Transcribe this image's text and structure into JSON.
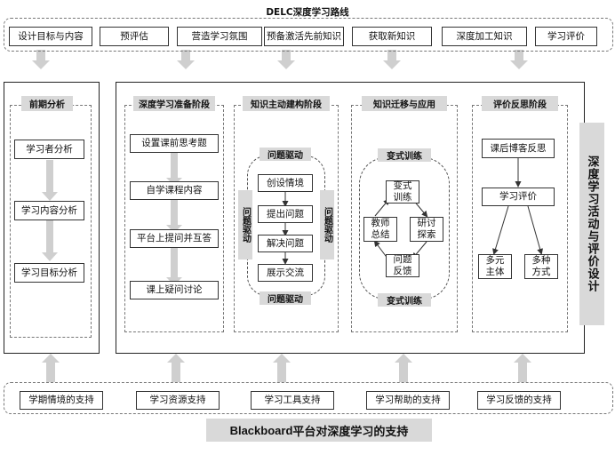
{
  "title": "DELC深度学习路线",
  "route_steps": [
    "设计目标与内容",
    "预评估",
    "营造学习氛围",
    "预备激活先前知识",
    "获取新知识",
    "深度加工知识",
    "学习评价"
  ],
  "pre_analysis": {
    "title": "前期分析",
    "items": [
      "学习者分析",
      "学习内容分析",
      "学习目标分析"
    ]
  },
  "stages": {
    "prep": {
      "title": "深度学习准备阶段",
      "items": [
        "设置课前思考题",
        "自学课程内容",
        "平台上提问并互答",
        "课上疑问讨论"
      ]
    },
    "construct": {
      "title": "知识主动建构阶段",
      "drive_top": "问题驱动",
      "drive_bottom": "问题驱动",
      "drive_left": "问题驱动",
      "drive_right": "问题驱动",
      "items": [
        "创设情境",
        "提出问题",
        "解决问题",
        "展示交流"
      ]
    },
    "transfer": {
      "title": "知识迁移与应用",
      "label_top": "变式训练",
      "label_bottom": "变式训练",
      "cycle": {
        "top": "变式\n训练",
        "right": "研讨\n探索",
        "bottom": "问题\n反馈",
        "left": "教师\n总结"
      }
    },
    "eval": {
      "title": "评价反思阶段",
      "items": [
        "课后博客反思",
        "学习评价"
      ],
      "branches": [
        "多元\n主体",
        "多种\n方式"
      ]
    }
  },
  "side_label": "深度学习活动与评价设计",
  "supports": [
    "学期情境的支持",
    "学习资源支持",
    "学习工具支持",
    "学习帮助的支持",
    "学习反馈的支持"
  ],
  "bottom_title_brand": "Blackboard",
  "bottom_title_rest": "平台对深度学习的支持"
}
